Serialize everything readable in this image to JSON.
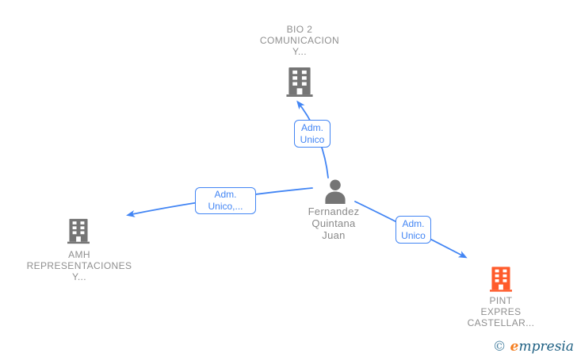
{
  "diagram": {
    "person": {
      "name_line1": "Fernandez",
      "name_line2": "Quintana",
      "name_line3": "Juan"
    },
    "companies": {
      "bio2": {
        "line1": "BIO 2",
        "line2": "COMUNICACION",
        "line3": "Y..."
      },
      "amh": {
        "line1": "AMH",
        "line2": "REPRESENTACIONES",
        "line3": "Y..."
      },
      "pint": {
        "line1": "PINT",
        "line2": "EXPRES",
        "line3": "CASTELLAR..."
      }
    },
    "edges": {
      "person_to_bio2": {
        "label_line1": "Adm.",
        "label_line2": "Unico"
      },
      "person_to_amh": {
        "label_line1": "Adm.",
        "label_line2": "Unico,..."
      },
      "person_to_pint": {
        "label_line1": "Adm.",
        "label_line2": "Unico"
      }
    },
    "colors": {
      "edge_blue": "#4285f4",
      "node_gray": "#757575",
      "label_gray": "#8f8f8f",
      "highlight_orange": "#ff5b2b"
    }
  },
  "watermark": {
    "copyright": "©",
    "brand_first": "e",
    "brand_rest": "mpresia"
  }
}
